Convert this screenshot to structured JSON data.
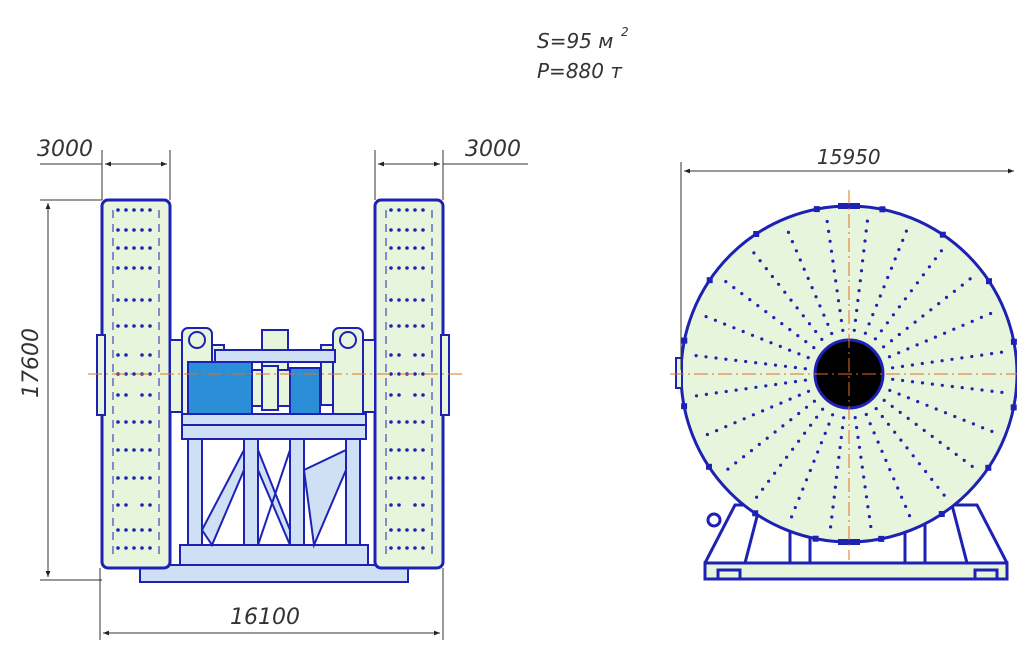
{
  "specs": {
    "area": "S=95 м",
    "area_exp": "2",
    "weight": "P=880 т"
  },
  "dimensions": {
    "left_width": "3000",
    "right_width": "3000",
    "height": "17600",
    "total_length": "16100",
    "diameter": "15950"
  },
  "colors": {
    "outline": "#1e22b4",
    "disc_fill": "#e6f5dc",
    "frame_fill": "#cfe0f5",
    "motor_blue": "#2a8fd6",
    "hub": "#000000",
    "center_line": "#e07020",
    "dim_line": "#333333"
  }
}
